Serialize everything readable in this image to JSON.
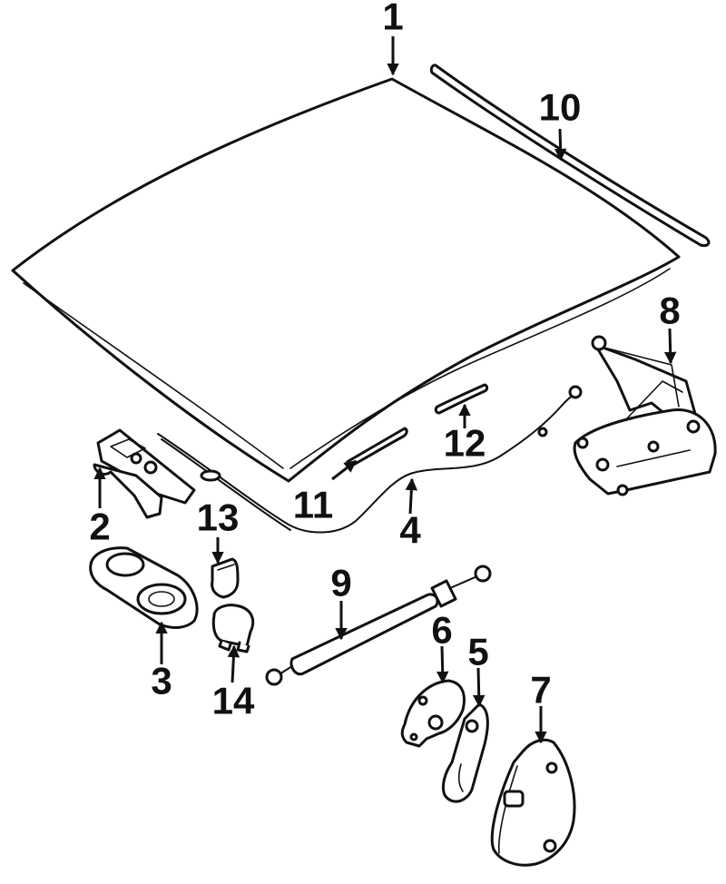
{
  "callouts": [
    {
      "id": "1",
      "label": "1"
    },
    {
      "id": "2",
      "label": "2"
    },
    {
      "id": "3",
      "label": "3"
    },
    {
      "id": "4",
      "label": "4"
    },
    {
      "id": "5",
      "label": "5"
    },
    {
      "id": "6",
      "label": "6"
    },
    {
      "id": "7",
      "label": "7"
    },
    {
      "id": "8",
      "label": "8"
    },
    {
      "id": "9",
      "label": "9"
    },
    {
      "id": "10",
      "label": "10"
    },
    {
      "id": "11",
      "label": "11"
    },
    {
      "id": "12",
      "label": "12"
    },
    {
      "id": "13",
      "label": "13"
    },
    {
      "id": "14",
      "label": "14"
    }
  ],
  "colors": {
    "line": "#111111",
    "background": "#ffffff"
  }
}
